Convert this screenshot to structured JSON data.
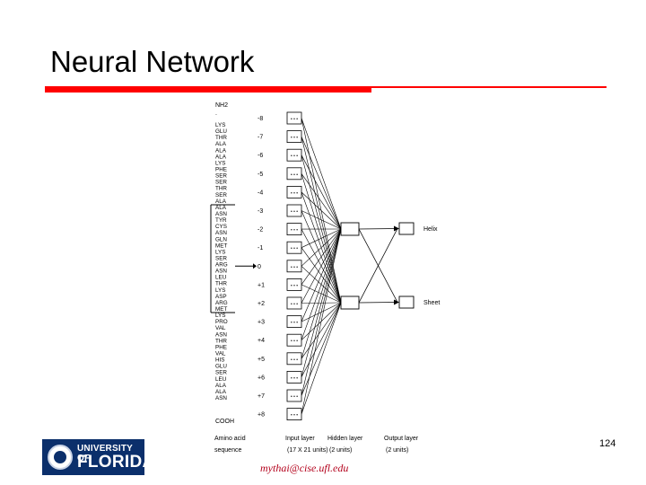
{
  "slide": {
    "title": "Neural Network",
    "page_number": "124",
    "footer_email": "mythai@cise.ufl.edu",
    "accent_color": "#ff0000"
  },
  "logo": {
    "line1": "UNIVERSITY OF",
    "line2": "FLORIDA",
    "color": "#0b2f6b"
  },
  "diagram": {
    "sequence_top": "NH2",
    "sequence_bottom": "COOH",
    "sequence": [
      "LYS",
      "GLU",
      "THR",
      "ALA",
      "ALA",
      "ALA",
      "LYS",
      "PHE",
      "SER",
      "SER",
      "THR",
      "SER",
      "ALA",
      "ALA",
      "ASN",
      "TYR",
      "CYS",
      "ASN",
      "GLN",
      "MET",
      "LYS",
      "SER",
      "ARG",
      "ASN",
      "LEU",
      "THR",
      "LYS",
      "ASP",
      "ARG",
      "MET",
      "LYS",
      "PRO",
      "VAL",
      "ASN",
      "THR",
      "PHE",
      "VAL",
      "HIS",
      "GLU",
      "SER",
      "LEU",
      "ALA",
      "ALA",
      "ASN"
    ],
    "window_positions": [
      "-8",
      "-7",
      "-6",
      "-5",
      "-4",
      "-3",
      "-2",
      "-1",
      "0",
      "+1",
      "+2",
      "+3",
      "+4",
      "+5",
      "+6",
      "+7",
      "+8"
    ],
    "input_unit_glyph": "• • •",
    "hidden_units": 2,
    "output_labels": [
      "Helix",
      "Sheet"
    ],
    "bottom_labels": [
      {
        "line1": "Amino acid",
        "line2": "sequence"
      },
      {
        "line1": "Input layer",
        "line2": "(17 X 21 units)"
      },
      {
        "line1": "Hidden layer",
        "line2": "(2 units)"
      },
      {
        "line1": "Output layer",
        "line2": "(2 units)"
      }
    ]
  }
}
